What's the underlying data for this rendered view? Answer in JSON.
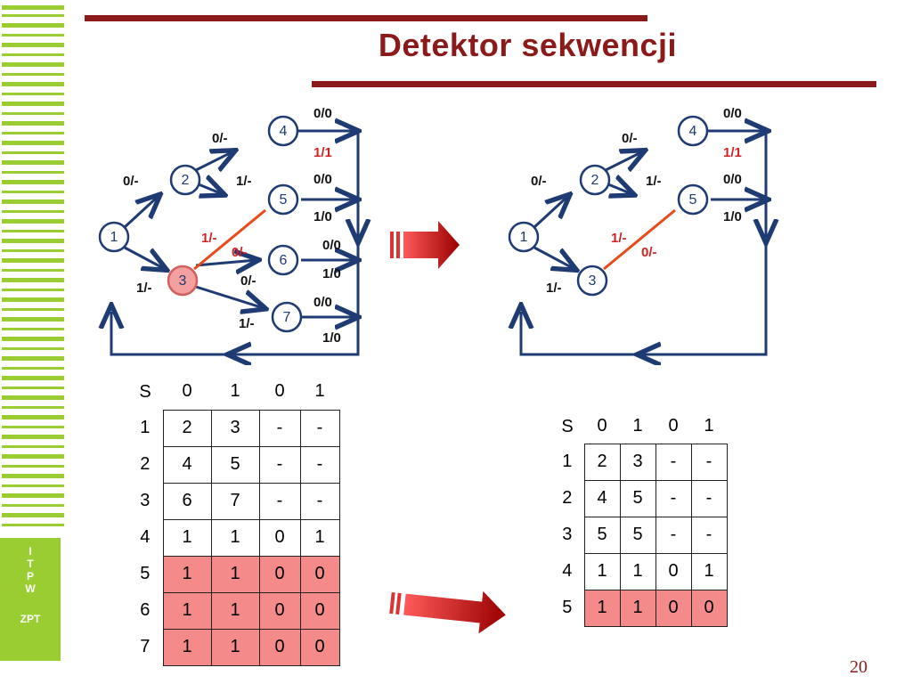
{
  "slide": {
    "title": "Detektor sekwencji",
    "page_number": "20",
    "logo_lines": [
      "I",
      "T",
      "P",
      "W",
      "ZPT"
    ]
  },
  "colors": {
    "title": "#8b1a1a",
    "stripes": "#9acd32",
    "graph": "#1f3b73",
    "highlight_edge": "#e84a1a",
    "highlight_label": "#d42020",
    "highlight_cell": "#f48a8a",
    "arrow": "#cc1a1a"
  },
  "graph_left": {
    "nodes": [
      "1",
      "2",
      "3",
      "4",
      "5",
      "6",
      "7"
    ],
    "edge_labels": {
      "e12": "0/-",
      "e13": "1/-",
      "e24": "0/-",
      "e25": "1/-",
      "e35": "1/-",
      "e36": "0/-",
      "e37": "1/-",
      "e4_0": "0/0",
      "e4_1": "1/1",
      "e5_0": "0/0",
      "e5_1": "1/0",
      "e6_0": "0/0",
      "e6_1": "1/0",
      "e7_0": "0/0",
      "e7_1": "1/0",
      "e3_to5_0": "0/-"
    }
  },
  "graph_right": {
    "nodes": [
      "1",
      "2",
      "3",
      "4",
      "5"
    ],
    "edge_labels": {
      "e12": "0/-",
      "e13": "1/-",
      "e24": "0/-",
      "e25": "1/-",
      "e35": "1/-",
      "e35b": "0/-",
      "e4_0": "0/0",
      "e4_1": "1/1",
      "e5_0": "0/0",
      "e5_1": "1/0"
    }
  },
  "table_left": {
    "headers": [
      "S",
      "0",
      "1",
      "0",
      "1"
    ],
    "rows": [
      {
        "s": "1",
        "cells": [
          "2",
          "3",
          "-",
          "-"
        ],
        "highlight": false
      },
      {
        "s": "2",
        "cells": [
          "4",
          "5",
          "-",
          "-"
        ],
        "highlight": false
      },
      {
        "s": "3",
        "cells": [
          "6",
          "7",
          "-",
          "-"
        ],
        "highlight": false
      },
      {
        "s": "4",
        "cells": [
          "1",
          "1",
          "0",
          "1"
        ],
        "highlight": false
      },
      {
        "s": "5",
        "cells": [
          "1",
          "1",
          "0",
          "0"
        ],
        "highlight": true
      },
      {
        "s": "6",
        "cells": [
          "1",
          "1",
          "0",
          "0"
        ],
        "highlight": true
      },
      {
        "s": "7",
        "cells": [
          "1",
          "1",
          "0",
          "0"
        ],
        "highlight": true
      }
    ]
  },
  "table_right": {
    "headers": [
      "S",
      "0",
      "1",
      "0",
      "1"
    ],
    "rows": [
      {
        "s": "1",
        "cells": [
          "2",
          "3",
          "-",
          "-"
        ],
        "highlight": false
      },
      {
        "s": "2",
        "cells": [
          "4",
          "5",
          "-",
          "-"
        ],
        "highlight": false
      },
      {
        "s": "3",
        "cells": [
          "5",
          "5",
          "-",
          "-"
        ],
        "highlight": false
      },
      {
        "s": "4",
        "cells": [
          "1",
          "1",
          "0",
          "1"
        ],
        "highlight": false
      },
      {
        "s": "5",
        "cells": [
          "1",
          "1",
          "0",
          "0"
        ],
        "highlight": true
      }
    ]
  }
}
